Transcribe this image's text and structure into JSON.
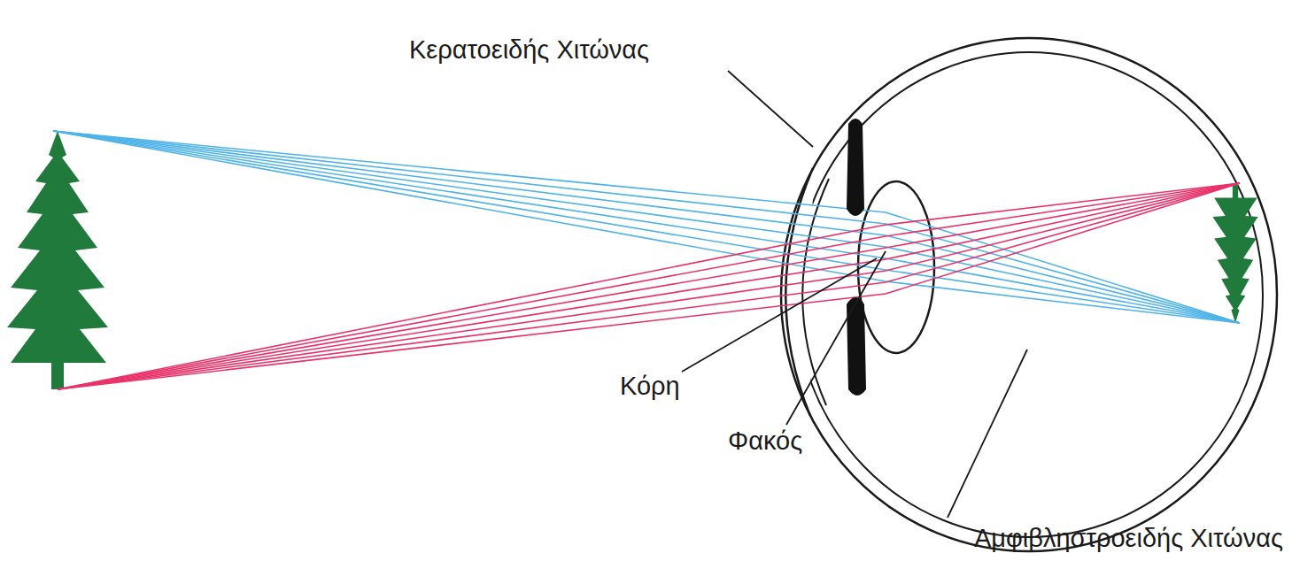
{
  "diagram": {
    "labels": [
      "Κερατοειδής Χιτώνας",
      "Κόρη",
      "Φακός",
      "Αμφιβληστροειδής Χιτώνας"
    ]
  }
}
